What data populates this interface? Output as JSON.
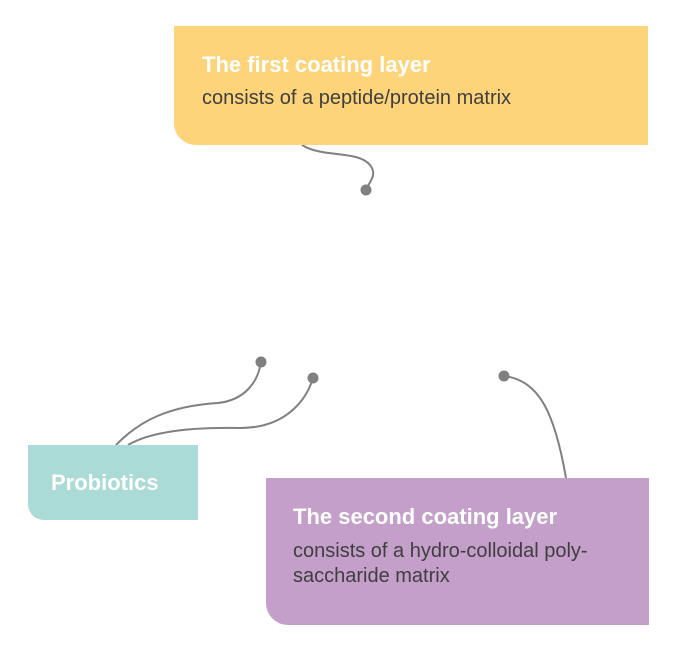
{
  "colors": {
    "first_layer": "#fdd47a",
    "second_layer": "#c39fca",
    "probiotics": "#abdbd6",
    "connector": "#808080"
  },
  "callouts": {
    "first_layer": {
      "title": "The first coating layer",
      "description": "consists of a peptide/protein matrix"
    },
    "second_layer": {
      "title": "The second coating layer",
      "description": "consists of a hydro-colloidal poly-saccharide matrix"
    },
    "probiotics": {
      "title": "Probiotics"
    }
  }
}
